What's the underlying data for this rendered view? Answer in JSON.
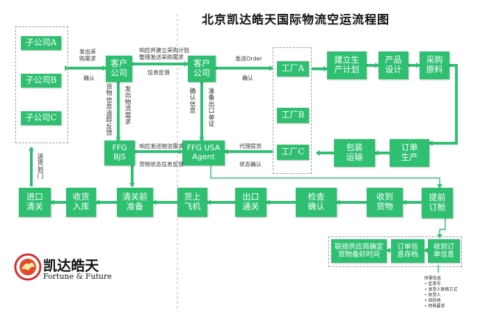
{
  "title": "北京凯达皓天国际物流空运流程图",
  "boxes": {
    "sub_a": "子公司A",
    "sub_b": "子公司B",
    "sub_c": "子公司C",
    "client_left": "客户\n公司",
    "client_right": "客户\n公司",
    "ffg_bjs": "FFG\nBJS",
    "ffg_usa": "FFG USA\nAgent",
    "factory_a": "工厂A",
    "factory_b": "工厂B",
    "factory_c": "工厂C",
    "build_plan": "建立生\n产计划",
    "product_design": "产品\n设计",
    "purchase": "采购\n原料",
    "order_prod": "订单\n生产",
    "packing": "包装\n运输",
    "import_clear": "进口\n清关",
    "receive_store": "收货\n入库",
    "pre_clear": "清关前\n准备",
    "board": "货上\n飞机",
    "export_clear": "出口\n通关",
    "inspect": "检查\n确认",
    "receive_goods": "收到\n货物",
    "book": "提前\n订舱",
    "supplier_confirm": "联络供应商确定\n货物备好时间",
    "archive": "订单信\n息存档",
    "order_info": "收到订\n单信息"
  },
  "labels": {
    "purchase_req": "发出采\n购需求",
    "confirm1": "确认",
    "respond_plan": "响应并建立采购计划\n整理发送采购需求",
    "info_feedback": "信息反馈",
    "send_order": "发送Order",
    "confirm2": "确认",
    "track_feedback": "货物信息追踪反馈",
    "send_ship_req": "发出物流需求",
    "confirm_info": "确认信息",
    "prep_docs": "准备出口单证",
    "respond_ship": "响应发送物流需求",
    "status_feedback": "货物状态信息反馈",
    "agent_pickup": "代理提货",
    "status_confirm": "状态确认",
    "deliver_door": "送货到门"
  },
  "notes": [
    "所需信息",
    "• 定单号",
    "• 发货人联络方式",
    "• 收货人",
    "• 目的地",
    "• 特殊要求"
  ],
  "logo": {
    "cn": "凯达皓天",
    "en": "Fortune & Future"
  },
  "colors": {
    "box": "#2fbf71",
    "line": "#2fbf71",
    "dash": "#9a9a9a"
  }
}
